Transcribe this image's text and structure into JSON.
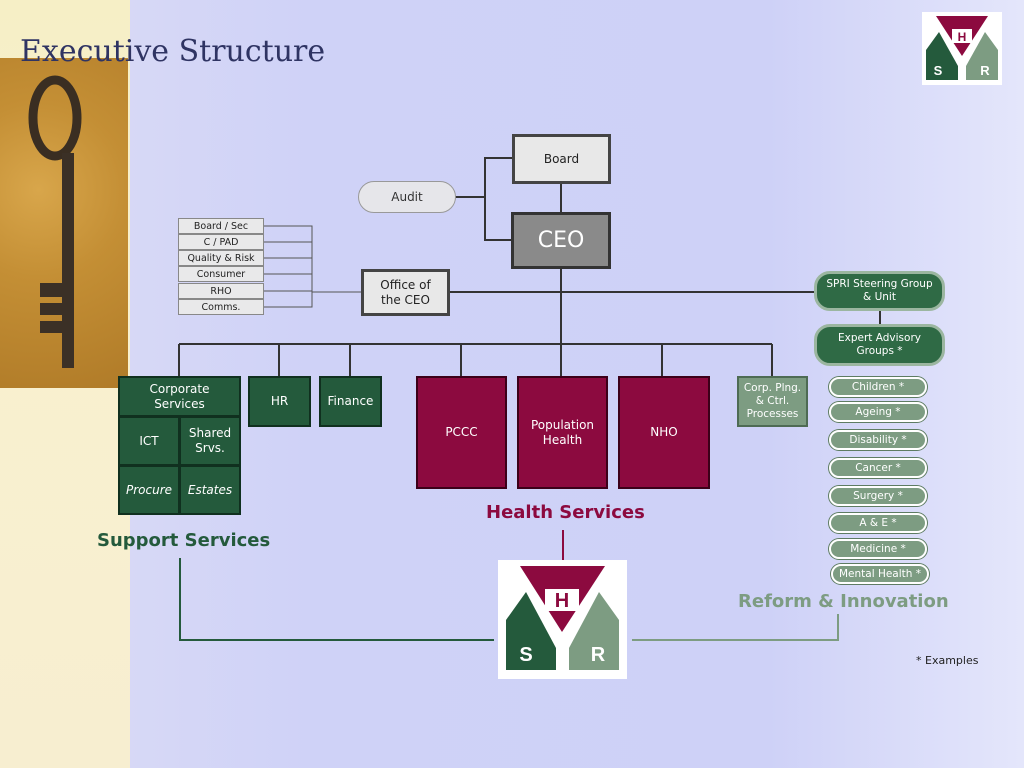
{
  "title": "Executive Structure",
  "nodes": {
    "board": "Board",
    "audit": "Audit",
    "ceo": "CEO",
    "office_ceo": "Office of the CEO",
    "office_items": [
      "Board / Sec",
      "C / PAD",
      "Quality & Risk",
      "Consumer",
      "RHO",
      "Comms."
    ],
    "spri": "SPRI Steering Group & Unit",
    "expert": "Expert Advisory Groups *",
    "corporate_services": "Corporate Services",
    "ict": "ICT",
    "shared": "Shared Srvs.",
    "procure": "Procure",
    "estates": "Estates",
    "hr": "HR",
    "finance": "Finance",
    "pccc": "PCCC",
    "population_health": "Population Health",
    "nho": "NHO",
    "corp_plng": "Corp. Plng. & Ctrl. Processes",
    "expert_items": [
      "Children *",
      "Ageing *",
      "Disability *",
      "Cancer *",
      "Surgery *",
      "A & E *",
      "Medicine *",
      "Mental Health *"
    ]
  },
  "groups": {
    "support": "Support Services",
    "health": "Health Services",
    "reform": "Reform & Innovation"
  },
  "logo_letters": {
    "top": "H",
    "left": "S",
    "right": "R"
  },
  "footnote": "* Examples",
  "colors": {
    "green": "#245a3c",
    "maroon": "#8c0a3f",
    "sage": "#7d9c82"
  }
}
